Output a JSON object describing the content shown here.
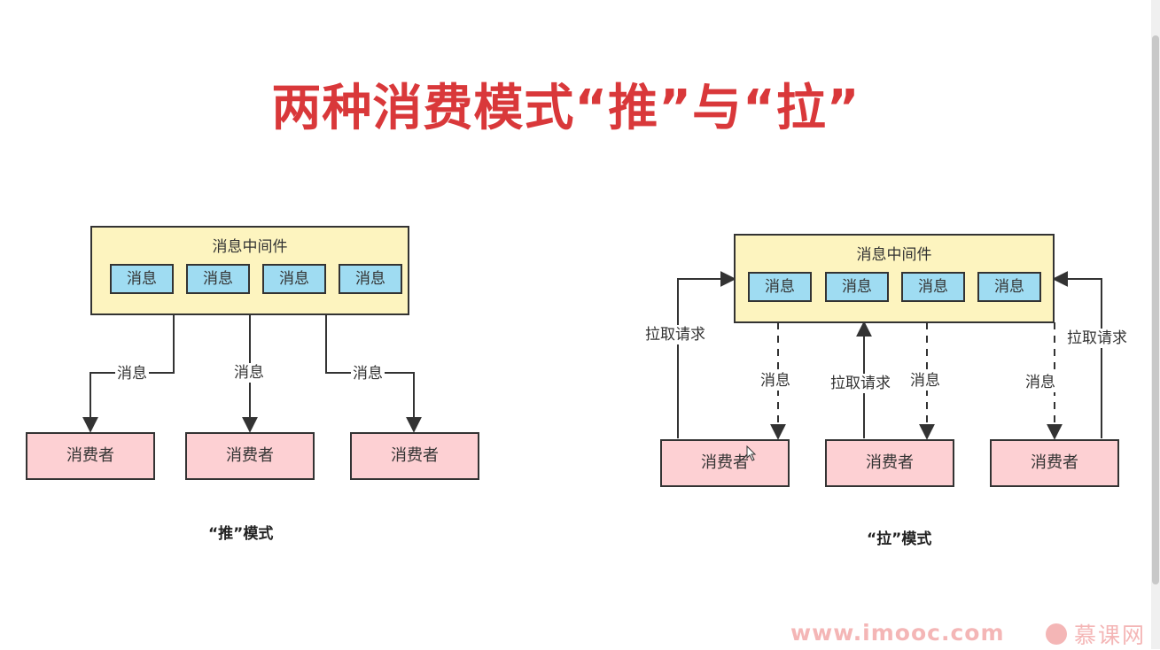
{
  "title": "两种消费模式“推”与“拉”",
  "push": {
    "broker_label": "消息中间件",
    "messages": [
      "消息",
      "消息",
      "消息",
      "消息"
    ],
    "edge_labels": [
      "消息",
      "消息",
      "消息"
    ],
    "consumers": [
      "消费者",
      "消费者",
      "消费者"
    ],
    "caption": "“推”模式"
  },
  "pull": {
    "broker_label": "消息中间件",
    "messages": [
      "消息",
      "消息",
      "消息",
      "消息"
    ],
    "request_labels": [
      "拉取请求",
      "拉取请求",
      "拉取请求"
    ],
    "message_labels": [
      "消息",
      "消息",
      "消息"
    ],
    "consumers": [
      "消费者",
      "消费者",
      "消费者"
    ],
    "caption": "“拉”模式"
  },
  "watermark": "www.imooc.com",
  "brand": "慕课网",
  "colors": {
    "title": "#d9383a",
    "broker_fill": "#fdf4bf",
    "message_fill": "#9fdcf2",
    "consumer_fill": "#fdd0d3",
    "watermark": "#f4b6b6"
  }
}
